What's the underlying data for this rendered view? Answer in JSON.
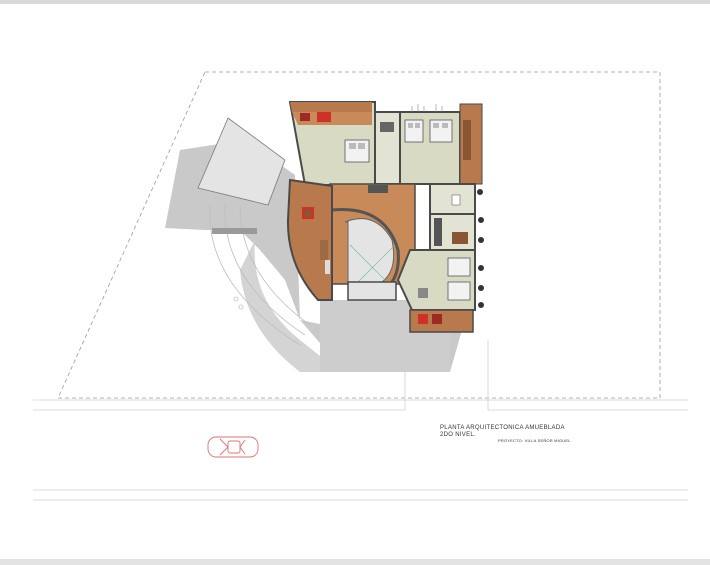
{
  "drawing": {
    "title_line1": "PLANTA ARQUITECTONICA AMUEBLADA",
    "title_line2": "2DO NIVEL.",
    "project": "PROYECTO: VILLA SEÑOR MIGUEL"
  },
  "colors": {
    "wood": "#b8794c",
    "wood_dark": "#8a5534",
    "tile": "#d8dac4",
    "tile_alt": "#e2e3d2",
    "wall": "#4a4a4a",
    "shadow": "#c9c9c9",
    "line": "#9a9a9a",
    "car": "#e07070",
    "accent_red": "#d0302a"
  }
}
